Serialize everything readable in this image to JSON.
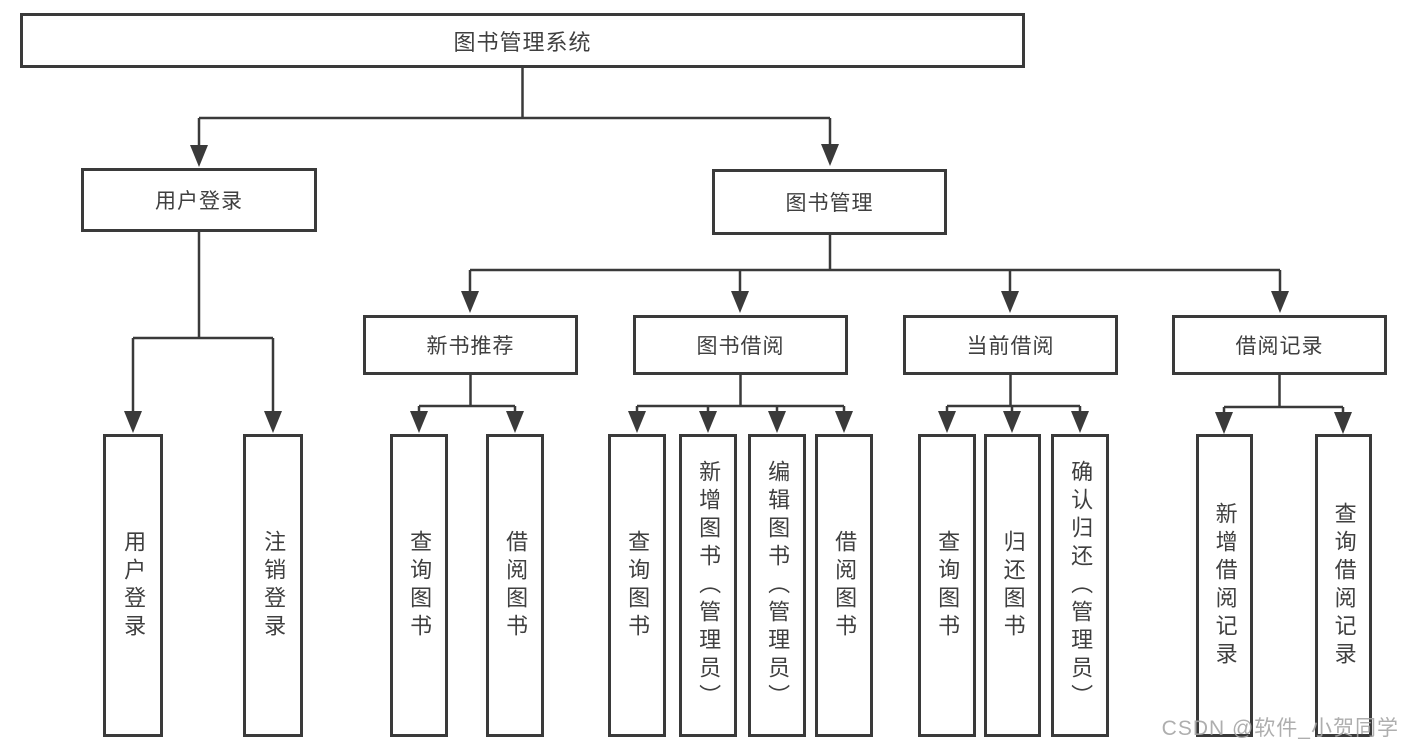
{
  "tree": {
    "label": "图书管理系统",
    "children": [
      {
        "label": "用户登录",
        "children": [
          {
            "label": "用户登录"
          },
          {
            "label": "注销登录"
          }
        ]
      },
      {
        "label": "图书管理",
        "children": [
          {
            "label": "新书推荐",
            "children": [
              {
                "label": "查询图书"
              },
              {
                "label": "借阅图书"
              }
            ]
          },
          {
            "label": "图书借阅",
            "children": [
              {
                "label": "查询图书"
              },
              {
                "label": "新增图书（管理员）"
              },
              {
                "label": "编辑图书（管理员）"
              },
              {
                "label": "借阅图书"
              }
            ]
          },
          {
            "label": "当前借阅",
            "children": [
              {
                "label": "查询图书"
              },
              {
                "label": "归还图书"
              },
              {
                "label": "确认归还（管理员）"
              }
            ]
          },
          {
            "label": "借阅记录",
            "children": [
              {
                "label": "新增借阅记录"
              },
              {
                "label": "查询借阅记录"
              }
            ]
          }
        ]
      }
    ]
  },
  "watermark": {
    "text": "CSDN @软件_小贺同学"
  },
  "colors": {
    "line": "#3a3a3a",
    "text": "#3f3f3f",
    "background": "#ffffff",
    "watermark": "#a5a5a5"
  }
}
